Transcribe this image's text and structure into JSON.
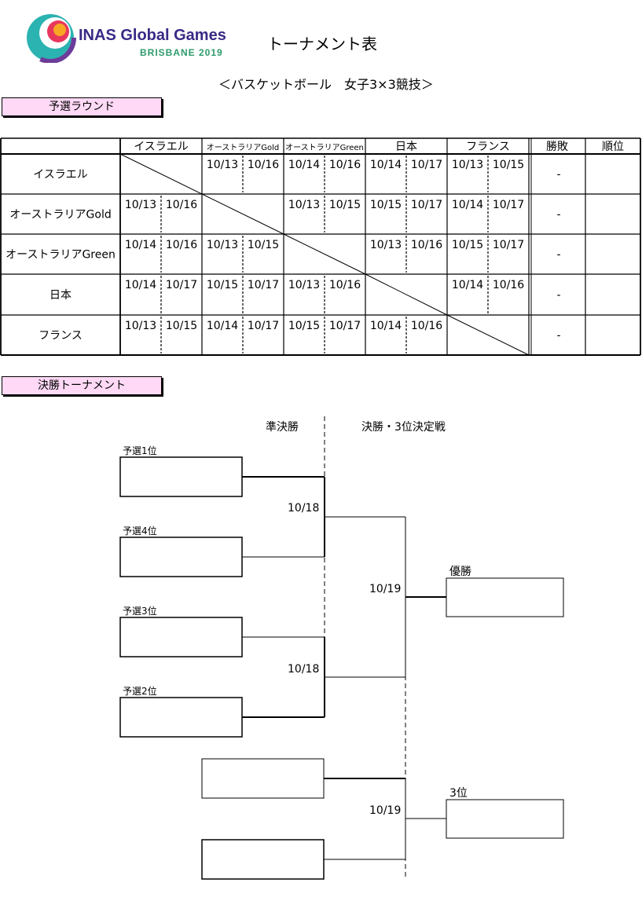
{
  "header": {
    "logo_line1": "INAS Global Games",
    "logo_line2": "BRISBANE 2019",
    "title": "トーナメント表",
    "subtitle": "＜バスケットボール　女子3×3競技＞"
  },
  "round_robin": {
    "section_label": "予選ラウンド",
    "column_headers": [
      "イスラエル",
      "オーストラリアGold",
      "オーストラリアGreen",
      "日本",
      "フランス",
      "勝敗",
      "順位"
    ],
    "rows": [
      {
        "team": "イスラエル",
        "cells": [
          null,
          [
            "10/13",
            "10/16"
          ],
          [
            "10/14",
            "10/16"
          ],
          [
            "10/14",
            "10/17"
          ],
          [
            "10/13",
            "10/15"
          ]
        ],
        "result": "-",
        "rank": ""
      },
      {
        "team": "オーストラリアGold",
        "cells": [
          [
            "10/13",
            "10/16"
          ],
          null,
          [
            "10/13",
            "10/15"
          ],
          [
            "10/15",
            "10/17"
          ],
          [
            "10/14",
            "10/17"
          ]
        ],
        "result": "-",
        "rank": ""
      },
      {
        "team": "オーストラリアGreen",
        "cells": [
          [
            "10/14",
            "10/16"
          ],
          [
            "10/13",
            "10/15"
          ],
          null,
          [
            "10/13",
            "10/16"
          ],
          [
            "10/15",
            "10/17"
          ]
        ],
        "result": "-",
        "rank": ""
      },
      {
        "team": "日本",
        "cells": [
          [
            "10/14",
            "10/17"
          ],
          [
            "10/15",
            "10/17"
          ],
          [
            "10/13",
            "10/16"
          ],
          null,
          [
            "10/14",
            "10/16"
          ]
        ],
        "result": "-",
        "rank": ""
      },
      {
        "team": "フランス",
        "cells": [
          [
            "10/13",
            "10/15"
          ],
          [
            "10/14",
            "10/17"
          ],
          [
            "10/15",
            "10/17"
          ],
          [
            "10/14",
            "10/16"
          ],
          null
        ],
        "result": "-",
        "rank": ""
      }
    ]
  },
  "bracket": {
    "section_label": "決勝トーナメント",
    "col_semifinal": "準決勝",
    "col_final": "決勝・3位決定戦",
    "seeds": [
      "予選1位",
      "予選4位",
      "予選3位",
      "予選2位"
    ],
    "semi_dates": [
      "10/18",
      "10/18"
    ],
    "final_date": "10/19",
    "third_date": "10/19",
    "champion_label": "優勝",
    "third_label": "3位"
  }
}
